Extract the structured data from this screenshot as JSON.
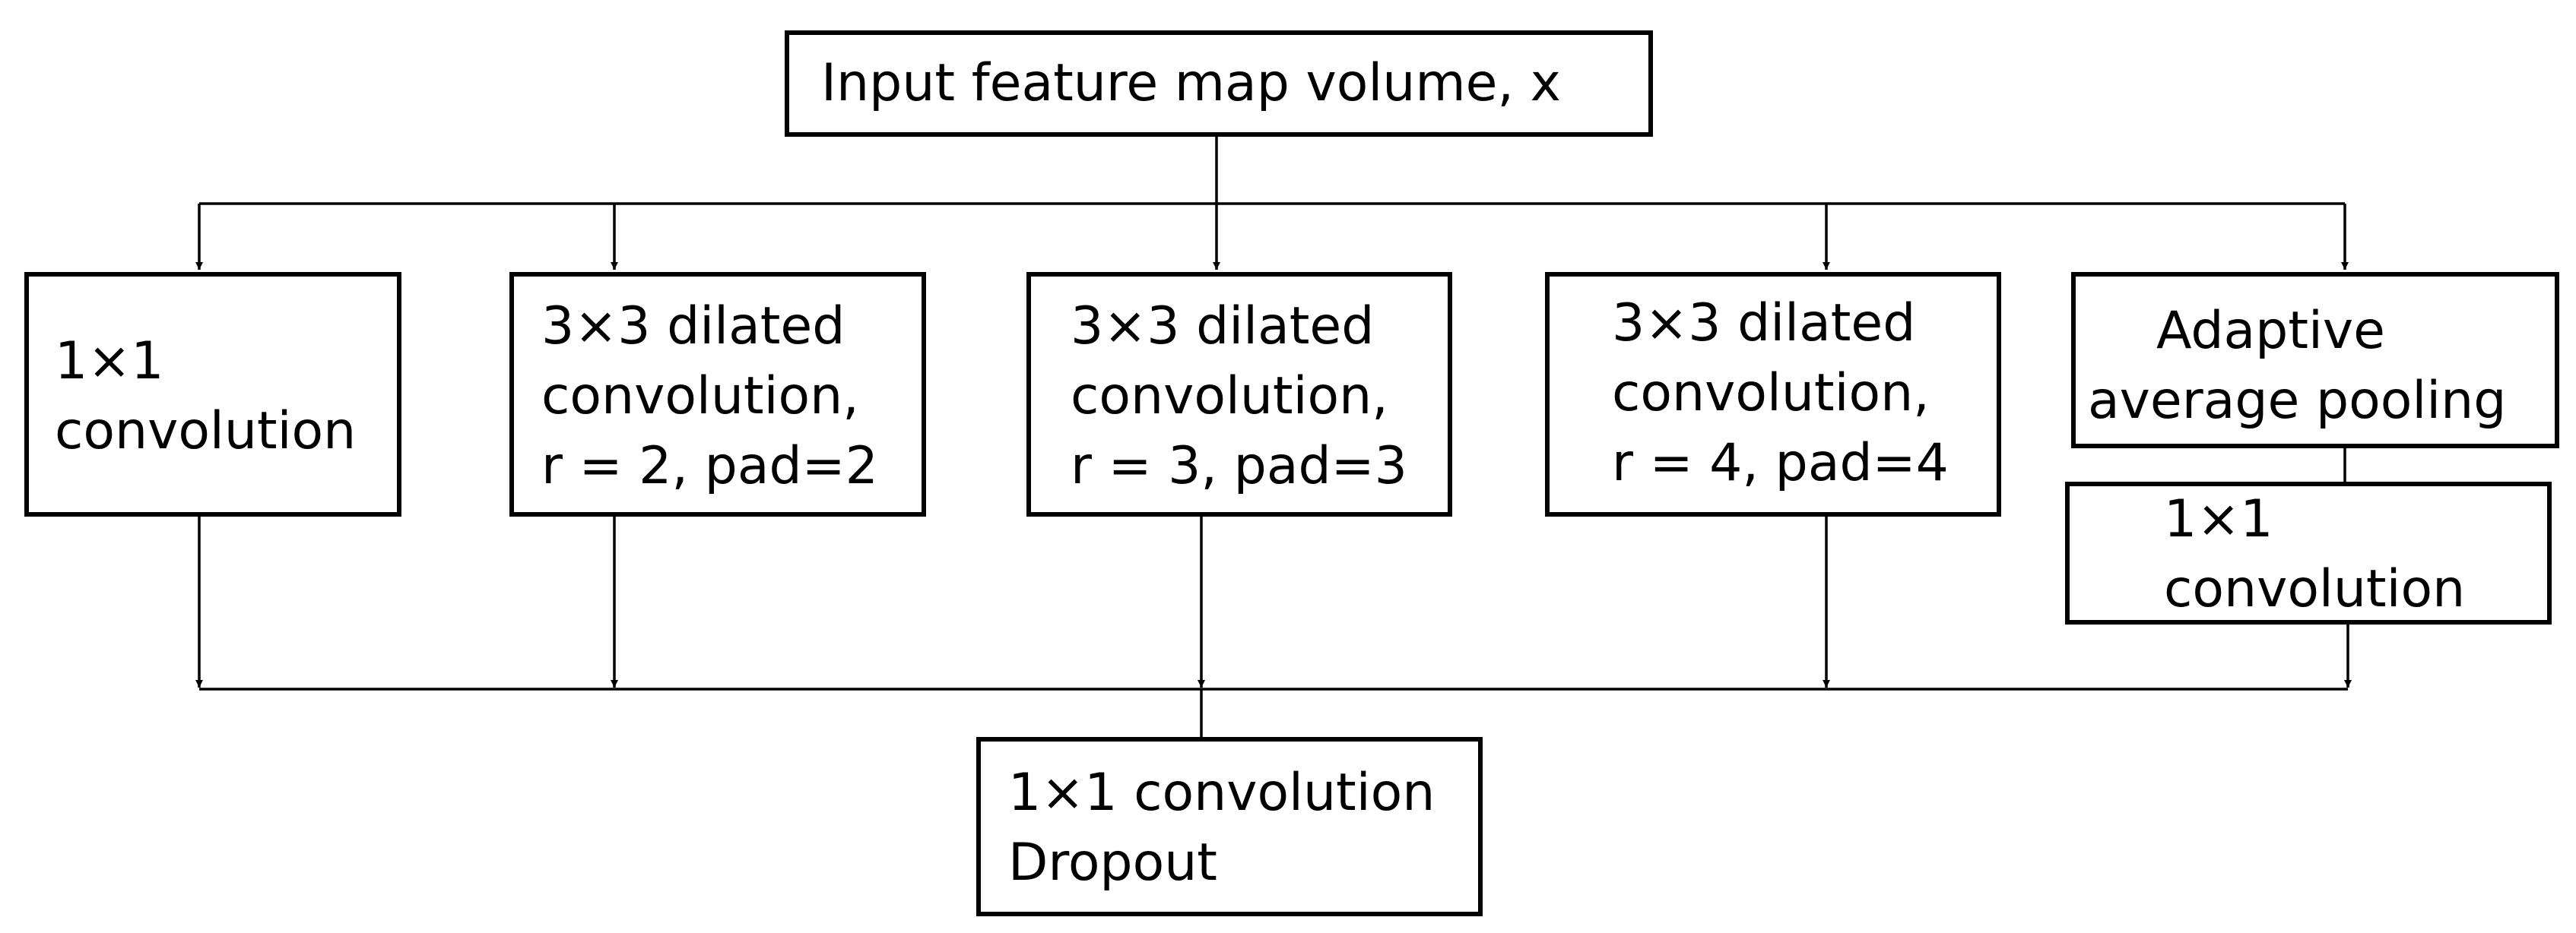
{
  "input": {
    "label": "Input feature map volume, x"
  },
  "branches": [
    {
      "lines": [
        "1×1",
        "convolution"
      ]
    },
    {
      "lines": [
        "3×3 dilated",
        "convolution,",
        "r = 2, pad=2"
      ]
    },
    {
      "lines": [
        "3×3 dilated",
        "convolution,",
        "r = 3, pad=3"
      ]
    },
    {
      "lines": [
        "3×3 dilated",
        "convolution,",
        "r = 4, pad=4"
      ]
    },
    {
      "lines": [
        "Adaptive",
        "average pooling"
      ]
    }
  ],
  "pool_conv": {
    "lines": [
      "1×1",
      "convolution"
    ]
  },
  "output": {
    "lines": [
      "1×1 convolution",
      "Dropout"
    ]
  }
}
